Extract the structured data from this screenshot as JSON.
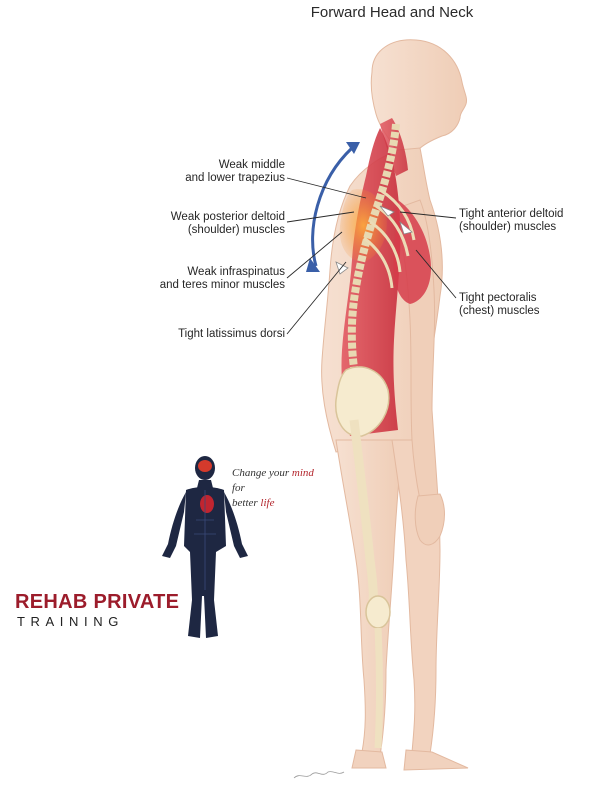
{
  "title": "Forward Head and Neck",
  "labels": {
    "weak_trapezius": [
      "Weak middle",
      "and lower trapezius"
    ],
    "weak_posterior_deltoid": [
      "Weak posterior deltoid",
      "(shoulder) muscles"
    ],
    "weak_infraspinatus": [
      "Weak infraspinatus",
      "and teres minor muscles"
    ],
    "tight_latissimus": [
      "Tight latissimus dorsi"
    ],
    "tight_anterior_deltoid": [
      "Tight anterior deltoid",
      "(shoulder) muscles"
    ],
    "tight_pectoralis": [
      "Tight pectoralis",
      "(chest) muscles"
    ]
  },
  "tagline": {
    "line1_pre": "Change your ",
    "line1_highlight": "mind",
    "line2": "for",
    "line3_pre": "better ",
    "line3_highlight": "life"
  },
  "brand": {
    "name": "REHAB PRIVATE",
    "sub": "TRAINING"
  },
  "colors": {
    "brand_red": "#9c1c2b",
    "muscle_red": "#d9434f",
    "skin": "#f3d7c4",
    "arrow_blue": "#3a5fa8",
    "figure_dark": "#1e2742"
  }
}
